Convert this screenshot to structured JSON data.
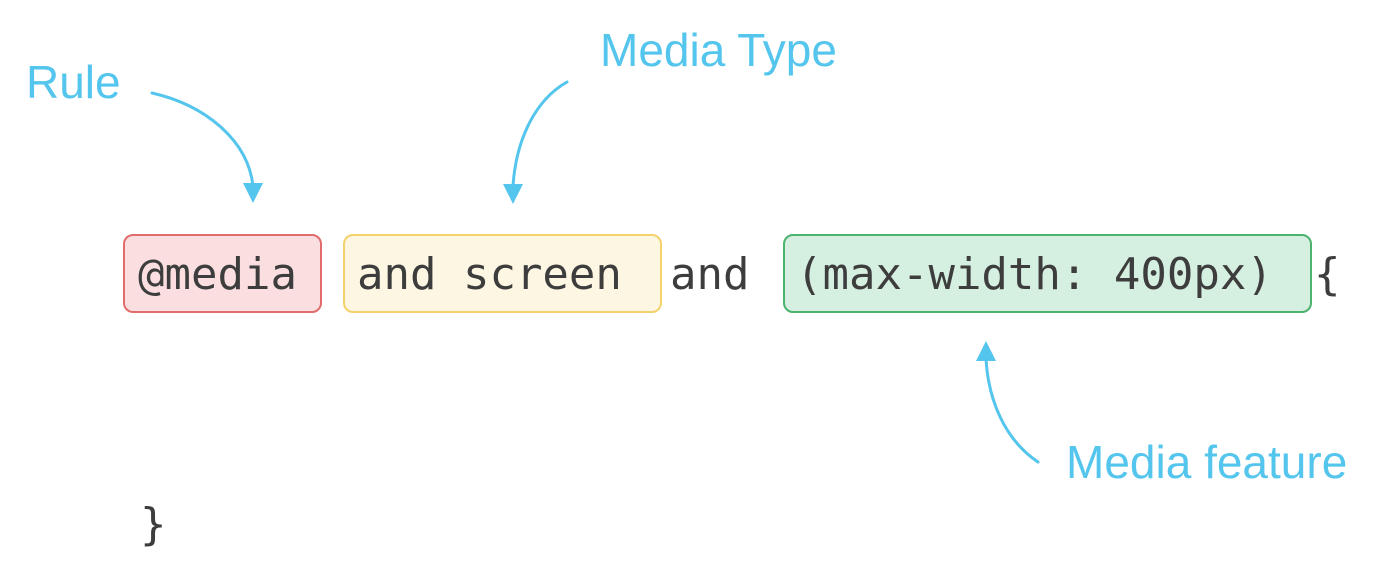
{
  "labels": {
    "rule": "Rule",
    "media_type": "Media Type",
    "media_feature": "Media feature"
  },
  "code": {
    "rule": "@media",
    "media_type": "and screen",
    "connector": "and",
    "media_feature": "(max-width: 400px)",
    "open_brace": "{",
    "close_brace": "}"
  },
  "colors": {
    "label": "#54c5ec",
    "arrow": "#54c5ec",
    "text": "#3d3d3d",
    "rule_fill": "#fbdfe0",
    "rule_border": "#e26c6c",
    "type_fill": "#fdf6e2",
    "type_border": "#f4d26b",
    "feature_fill": "#d5efe0",
    "feature_border": "#4cb36f"
  }
}
